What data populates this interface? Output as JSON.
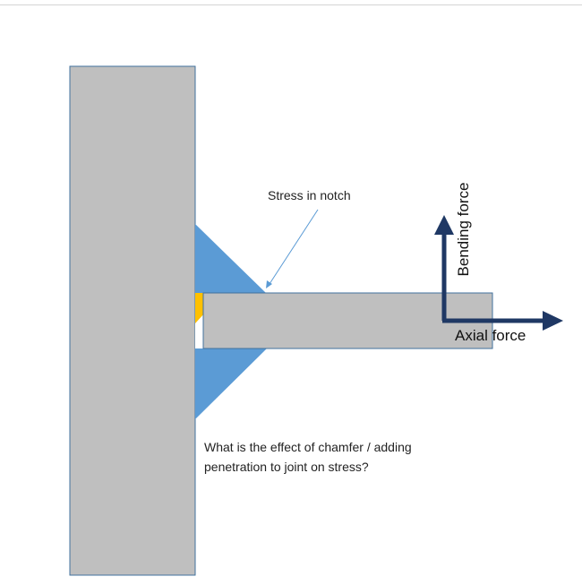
{
  "labels": {
    "stress_in_notch": "Stress in notch",
    "bending_force": "Bending force",
    "axial_force": "Axial force",
    "question_line1": "What is the effect of chamfer / adding",
    "question_line2": "penetration to joint on stress?"
  },
  "colors": {
    "plate_fill": "#bfbfbf",
    "plate_stroke": "#41719c",
    "weld_fill": "#5b9bd5",
    "notch_fill": "#ffc000",
    "arrow": "#1f3864",
    "leader": "#5b9bd5"
  }
}
